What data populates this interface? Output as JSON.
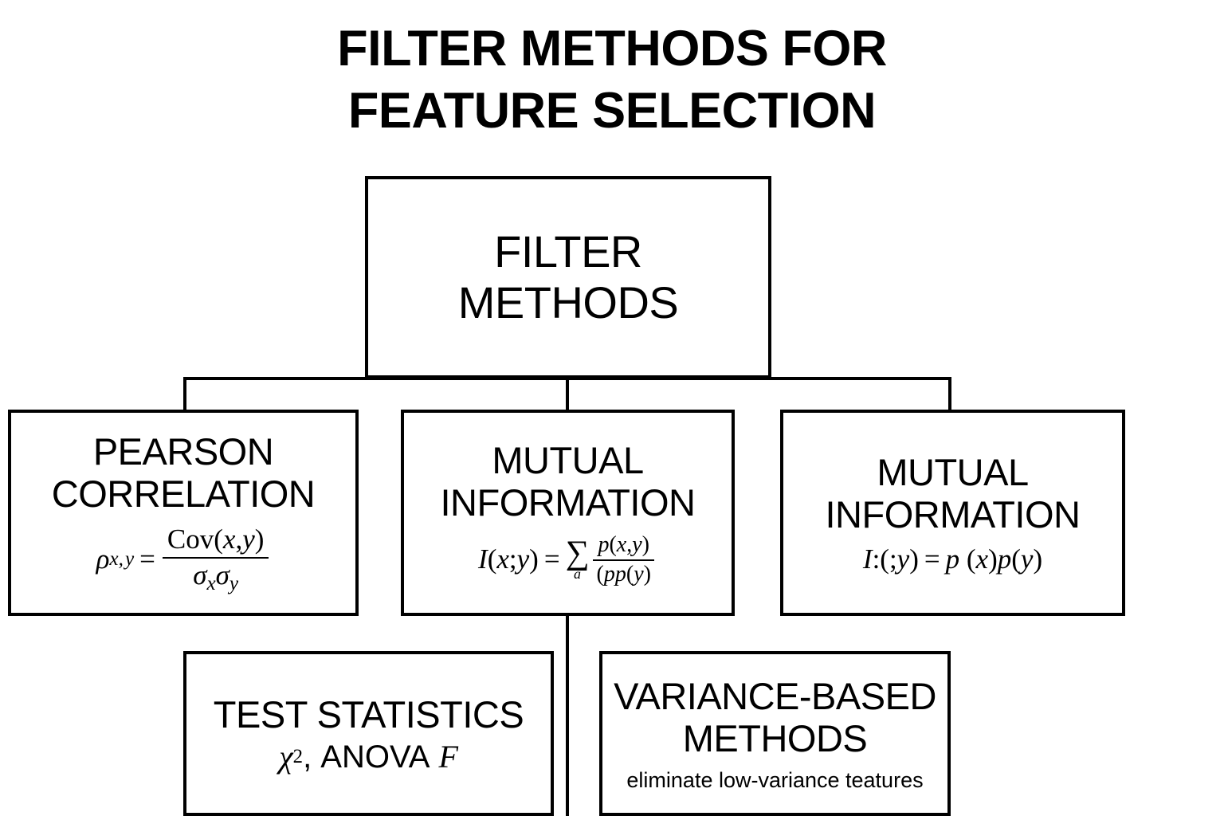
{
  "page": {
    "title_line1": "FILTER METHODS FOR",
    "title_line2": "FEATURE SELECTION",
    "background_color": "#ffffff",
    "line_color": "#000000"
  },
  "diagram": {
    "type": "tree",
    "root": {
      "label": "FILTER\nMETHODS"
    },
    "branches": [
      {
        "label": "PEARSON\nCORRELATION",
        "formula_plain": "rho_{x,y} = Cov(x,y) / (sigma_x sigma_y)",
        "formula_parts": {
          "lhs_symbol": "ρ",
          "lhs_sub": "x, y",
          "relation": "=",
          "numerator": "Cov(x,y)",
          "denominator": "σxσy"
        }
      },
      {
        "label": "MUTUAL\nINFORMATION",
        "formula_plain": "I(x;y) = ∑_a p(x,y) / ((pp(y))",
        "formula_parts": {
          "lhs": "I(x;y)",
          "relation": "=",
          "sum_symbol": "∑",
          "sum_subscript": "a",
          "numerator": "p(x,y)",
          "denominator": "(pp(y)"
        }
      },
      {
        "label": "MUTUAL\nINFORMATION",
        "formula_plain": "I:(;y) = p(x)p(y)",
        "formula_parts": {
          "lhs": "I:(;y)",
          "relation": "=",
          "rhs": "p(x)p(y)"
        }
      }
    ],
    "leaves": [
      {
        "label": "TEST STATISTICS",
        "formula_plain": "χ^2, ANOVA F",
        "formula_parts": {
          "chi": "χ",
          "exponent": "2",
          "separator": ", ANOVA ",
          "f_symbol": "F"
        }
      },
      {
        "label": "VARIANCE-BASED\nMETHODS",
        "caption": "eliminate low-variance teatures"
      }
    ]
  }
}
